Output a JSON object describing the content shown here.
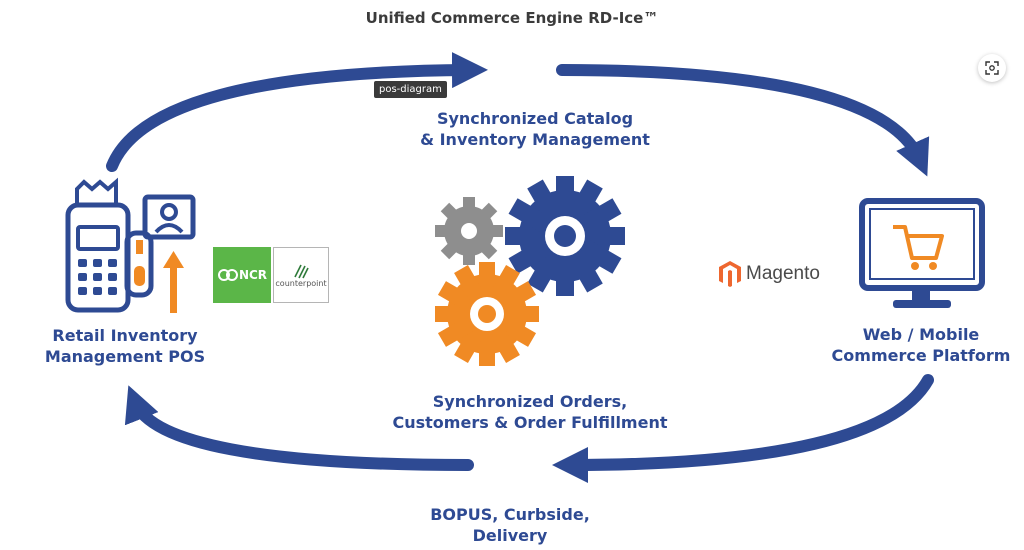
{
  "diagram": {
    "title": "Unified Commerce Engine RD-Ice™",
    "tooltip": "pos-diagram",
    "top_label_line1": "Synchronized Catalog",
    "top_label_line2": "& Inventory Management",
    "left_label_line1": "Retail Inventory",
    "left_label_line2": "Management POS",
    "right_label_line1": "Web / Mobile",
    "right_label_line2": "Commerce Platform",
    "middle_label_line1": "Synchronized Orders,",
    "middle_label_line2": "Customers & Order Fulfillment",
    "bottom_label_line1": "BOPUS, Curbside,",
    "bottom_label_line2": "Delivery"
  },
  "logos": {
    "ncr": "NCR",
    "counterpoint": "counterpoint",
    "magento": "Magento"
  },
  "colors": {
    "blue": "#2e4a93",
    "orange": "#f08a24",
    "gray": "#8e8e8e",
    "ncr_green": "#5bb648",
    "magento_orange": "#ee672f"
  },
  "icons": [
    "pos-terminal-icon",
    "monitor-cart-icon",
    "gear-icon",
    "expand-icon"
  ]
}
